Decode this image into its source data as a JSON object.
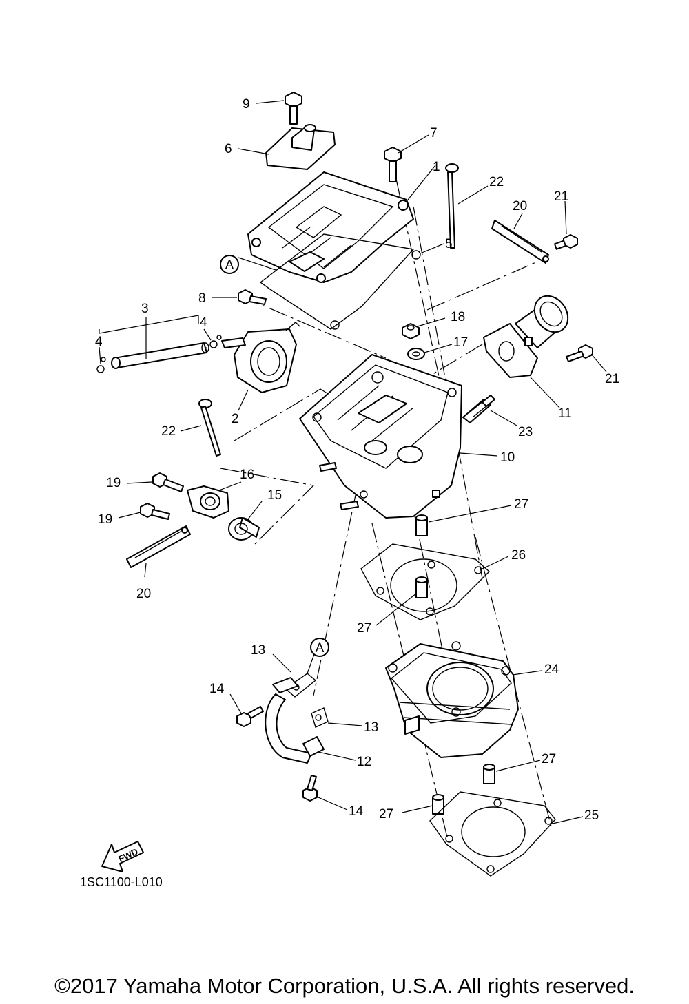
{
  "callouts": {
    "c1": "1",
    "c2": "2",
    "c3": "3",
    "c4a": "4",
    "c4b": "4",
    "c5": "5",
    "c6": "6",
    "c7": "7",
    "c8": "8",
    "c9": "9",
    "c10": "10",
    "c11": "11",
    "c12": "12",
    "c13a": "13",
    "c13b": "13",
    "c14a": "14",
    "c14b": "14",
    "c15": "15",
    "c16": "16",
    "c17": "17",
    "c18": "18",
    "c19a": "19",
    "c19b": "19",
    "c20a": "20",
    "c20b": "20",
    "c21a": "21",
    "c21b": "21",
    "c22a": "22",
    "c22b": "22",
    "c23": "23",
    "c24": "24",
    "c25": "25",
    "c26": "26",
    "c27a": "27",
    "c27b": "27",
    "c27c": "27",
    "c27d": "27"
  },
  "reference_marker": "A",
  "direction_arrow": "FWD",
  "diagram_code": "1SC1100-L010",
  "copyright": "©2017 Yamaha Motor Corporation, U.S.A. All rights reserved."
}
